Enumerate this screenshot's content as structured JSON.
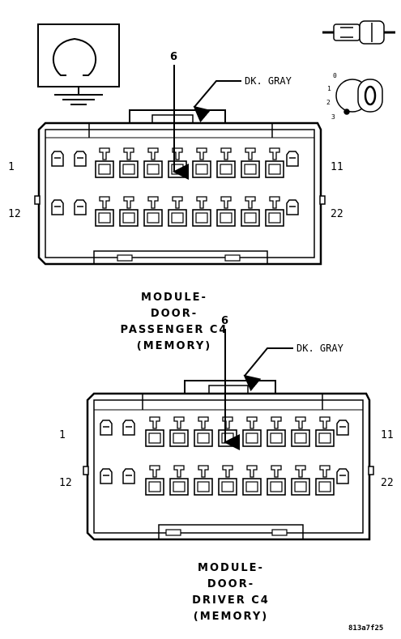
{
  "connector_top": {
    "pin_callout": "6",
    "wire_color": "DK. GRAY",
    "pin_left_top": "1",
    "pin_left_bottom": "12",
    "pin_right_top": "11",
    "pin_right_bottom": "22",
    "title_lines": [
      "MODULE-",
      "DOOR-",
      "PASSENGER C4",
      "(MEMORY)"
    ]
  },
  "connector_bottom": {
    "pin_callout": "6",
    "wire_color": "DK. GRAY",
    "pin_left_top": "1",
    "pin_left_bottom": "12",
    "pin_right_top": "11",
    "pin_right_bottom": "22",
    "title_lines": [
      "MODULE-",
      "DOOR-",
      "DRIVER C4",
      "(MEMORY)"
    ]
  },
  "key_positions": [
    "3",
    "2",
    "1",
    "0"
  ],
  "figure_code": "813a7f25",
  "icons": [
    "ground-symbol-icon",
    "connector-plug-icon",
    "ignition-key-icon"
  ]
}
